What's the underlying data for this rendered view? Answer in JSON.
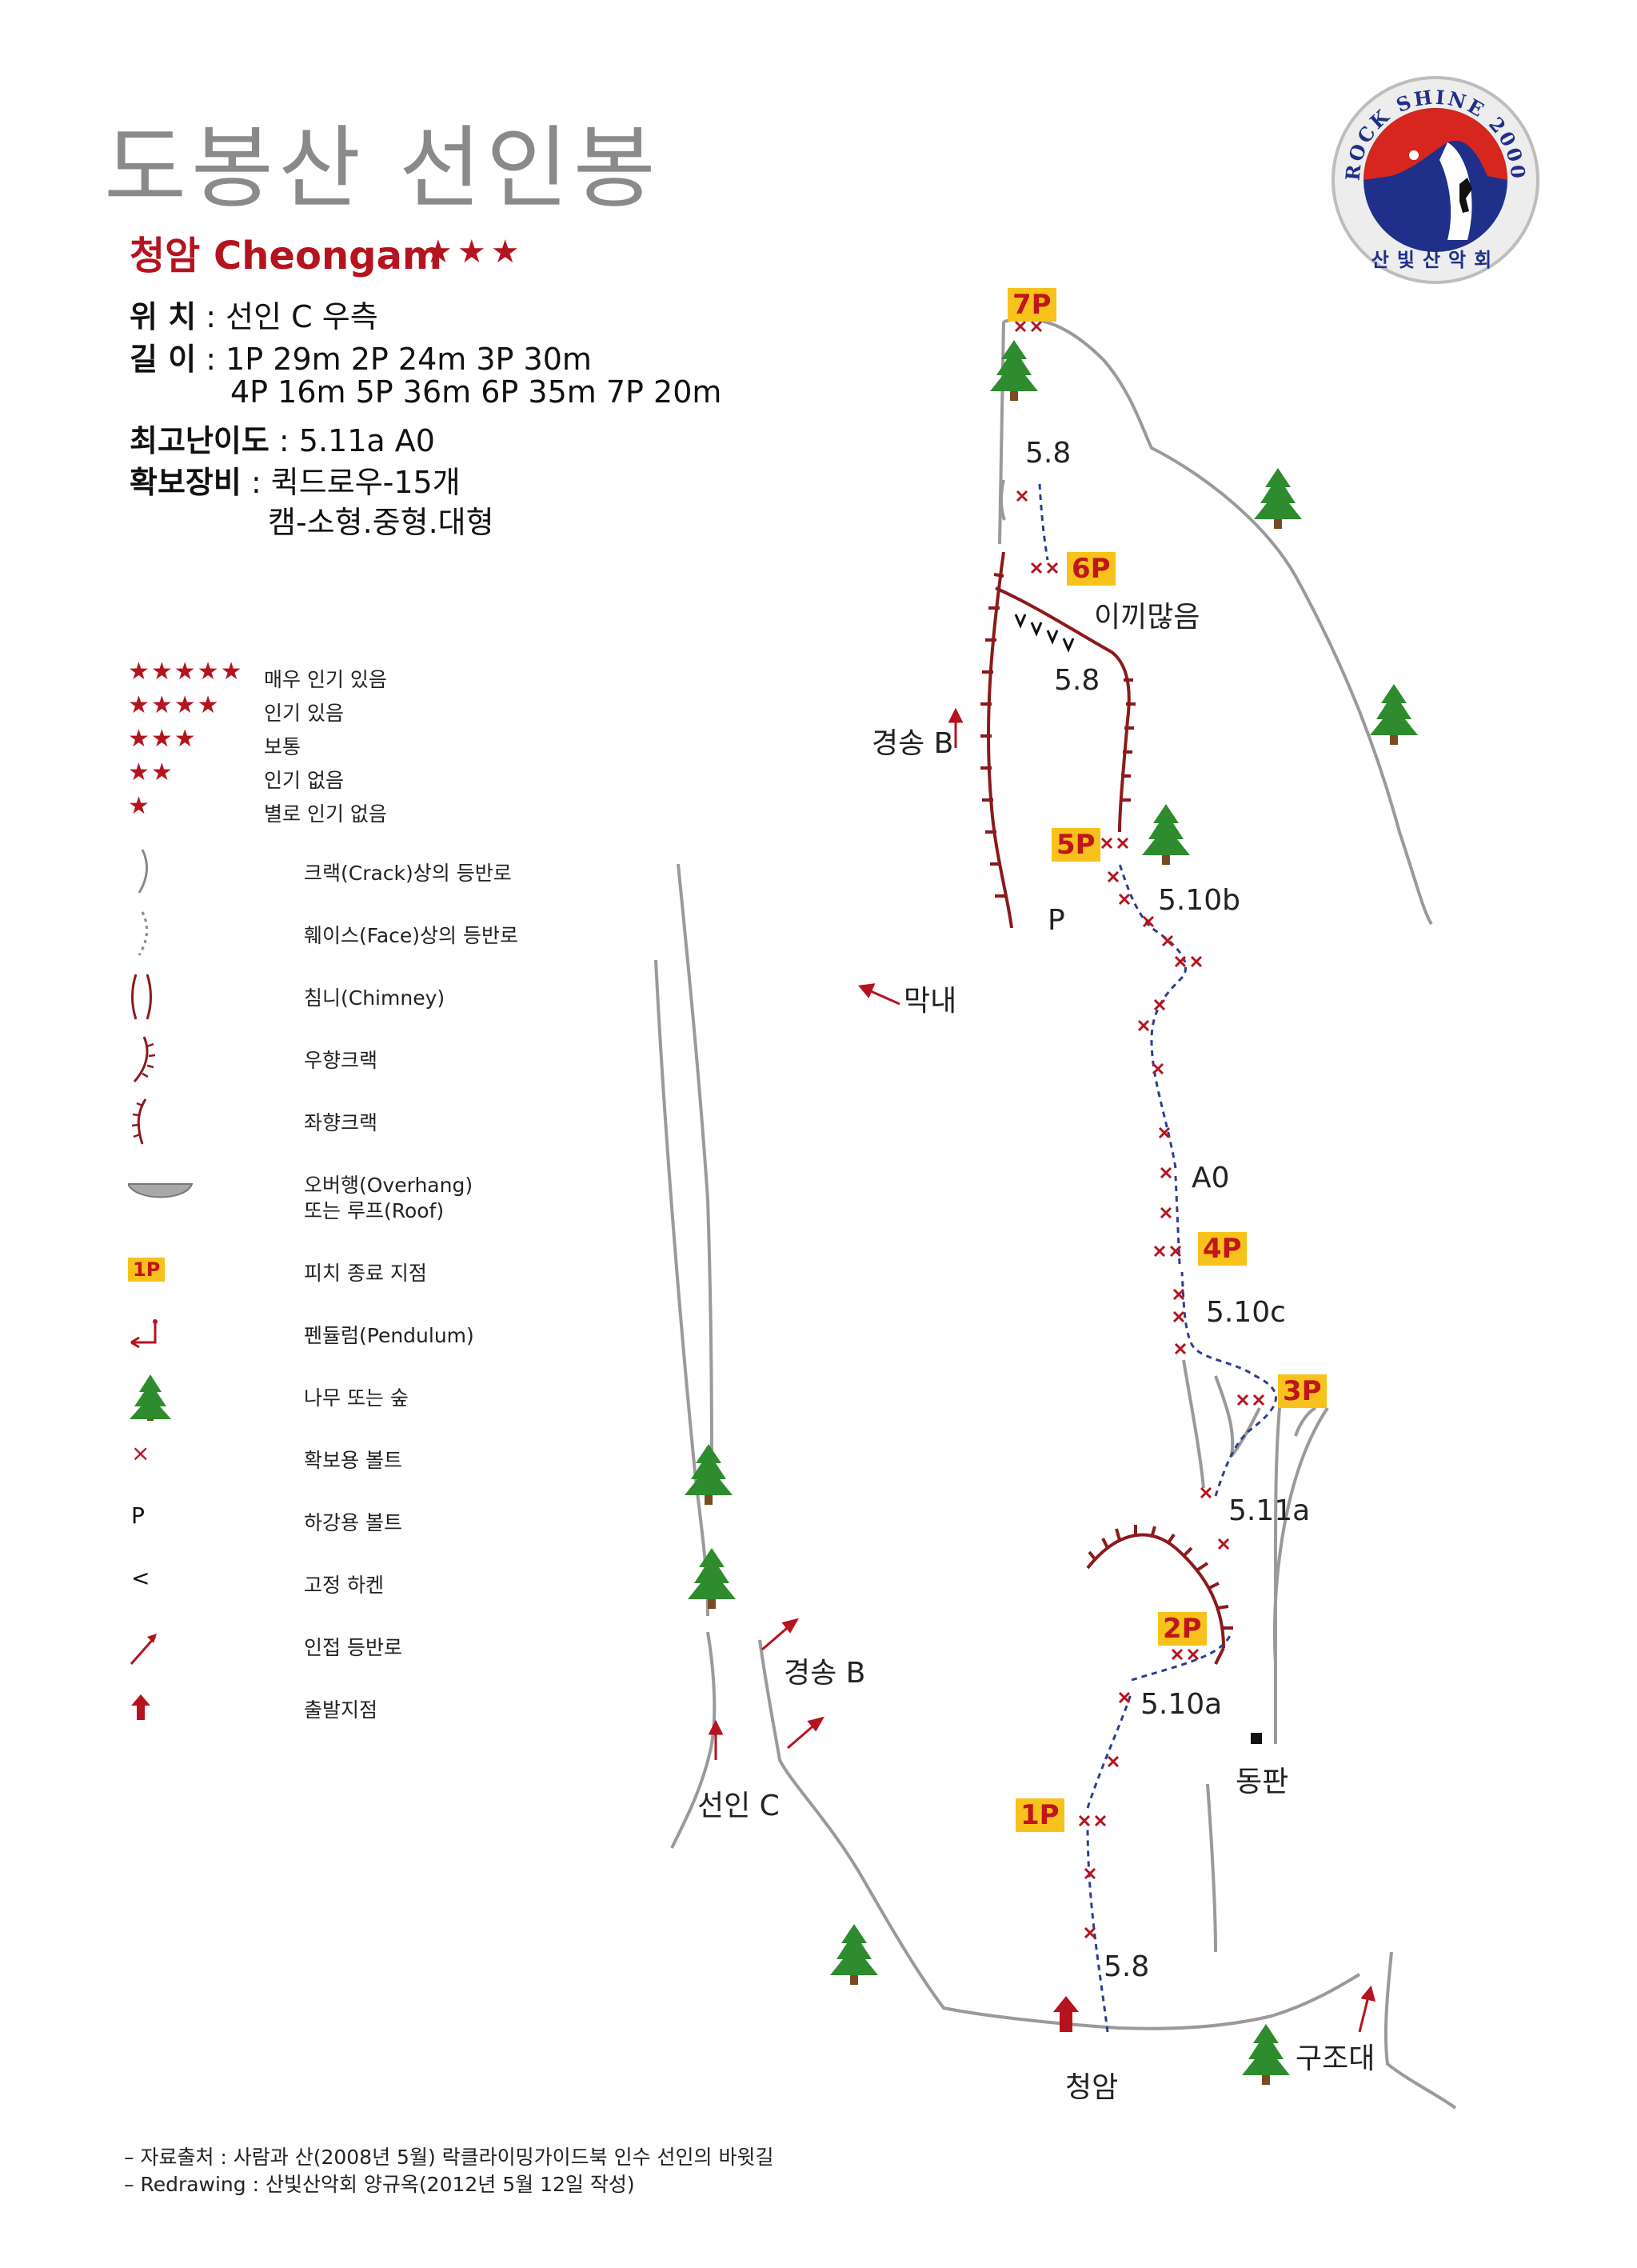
{
  "title": "도봉산 선인봉",
  "route": {
    "name": "청암 Cheongam",
    "stars": "★★★",
    "location_label": "위 치",
    "location_value": ": 선인 C 우측",
    "length_label": "길 이",
    "length_line1": ": 1P 29m  2P 24m  3P 30m",
    "length_line2": "4P 16m  5P 36m  6P 35m  7P 20m",
    "difficulty_label": "최고난이도",
    "difficulty_value": ": 5.11a  A0",
    "gear_label": "확보장비",
    "gear_line1": ": 퀵드로우-15개",
    "gear_line2": "캠-소형.중형.대형"
  },
  "legend": [
    {
      "symbol": "stars-5",
      "stars": "★★★★★",
      "text": "매우 인기 있음"
    },
    {
      "symbol": "stars-4",
      "stars": "★★★★",
      "text": "인기 있음"
    },
    {
      "symbol": "stars-3",
      "stars": "★★★",
      "text": "보통"
    },
    {
      "symbol": "stars-2",
      "stars": "★★",
      "text": "인기 없음"
    },
    {
      "symbol": "stars-1",
      "stars": "★",
      "text": "별로 인기 없음"
    },
    {
      "symbol": "crack-icon",
      "text": "크랙(Crack)상의 등반로"
    },
    {
      "symbol": "face-route-icon",
      "text": "훼이스(Face)상의 등반로"
    },
    {
      "symbol": "chimney-icon",
      "text": "침니(Chimney)"
    },
    {
      "symbol": "right-crack-icon",
      "text": "우향크랙"
    },
    {
      "symbol": "left-crack-icon",
      "text": "좌향크랙"
    },
    {
      "symbol": "overhang-icon",
      "text": "오버행(Overhang)",
      "text2": "또는 루프(Roof)"
    },
    {
      "symbol": "pitch-end-icon",
      "badge": "1P",
      "text": "피치 종료 지점"
    },
    {
      "symbol": "pendulum-icon",
      "text": "펜듈럼(Pendulum)"
    },
    {
      "symbol": "tree-icon",
      "text": "나무 또는 숲"
    },
    {
      "symbol": "bolt-icon",
      "glyph": "×",
      "text": "확보용 볼트"
    },
    {
      "symbol": "rappel-bolt-icon",
      "glyph": "P",
      "text": "하강용 볼트"
    },
    {
      "symbol": "piton-icon",
      "glyph": "<",
      "text": "고정 하켄"
    },
    {
      "symbol": "adjacent-route-icon",
      "text": "인접 등반로"
    },
    {
      "symbol": "start-icon",
      "text": "출발지점"
    }
  ],
  "pitches": [
    "1P",
    "2P",
    "3P",
    "4P",
    "5P",
    "6P",
    "7P"
  ],
  "grades": {
    "p1": "5.8",
    "p2": "5.10a",
    "p3": "5.11a",
    "p4": "5.10c",
    "a0": "A0",
    "p5": "5.10b",
    "p6": "5.8",
    "p7": "5.8"
  },
  "places": {
    "start": "청암",
    "dongpan": "동판",
    "gujodae": "구조대",
    "seonin_c": "선인 C",
    "gyeongsong_b_lower": "경송 B",
    "gyeongsong_b_upper": "경송 B",
    "maknae": "막내",
    "moss": "이끼많음",
    "rappel": "P"
  },
  "logo": {
    "ring_text": "ROCK SHINE 2000",
    "club_text": "산빛산악회"
  },
  "footer": {
    "line1": "– 자료출처 : 사람과 산(2008년 5월) 락클라이밍가이드북 인수 선인의 바윗길",
    "line2": "– Redrawing : 산빛산악회 양규옥(2012년 5월 12일 작성)"
  },
  "colors": {
    "accent": "#b5141e",
    "pitch_badge": "#f7c21b",
    "route_line": "#2e3d8f",
    "rock": "#9a9a9a",
    "tree": "#2e8b2e"
  }
}
